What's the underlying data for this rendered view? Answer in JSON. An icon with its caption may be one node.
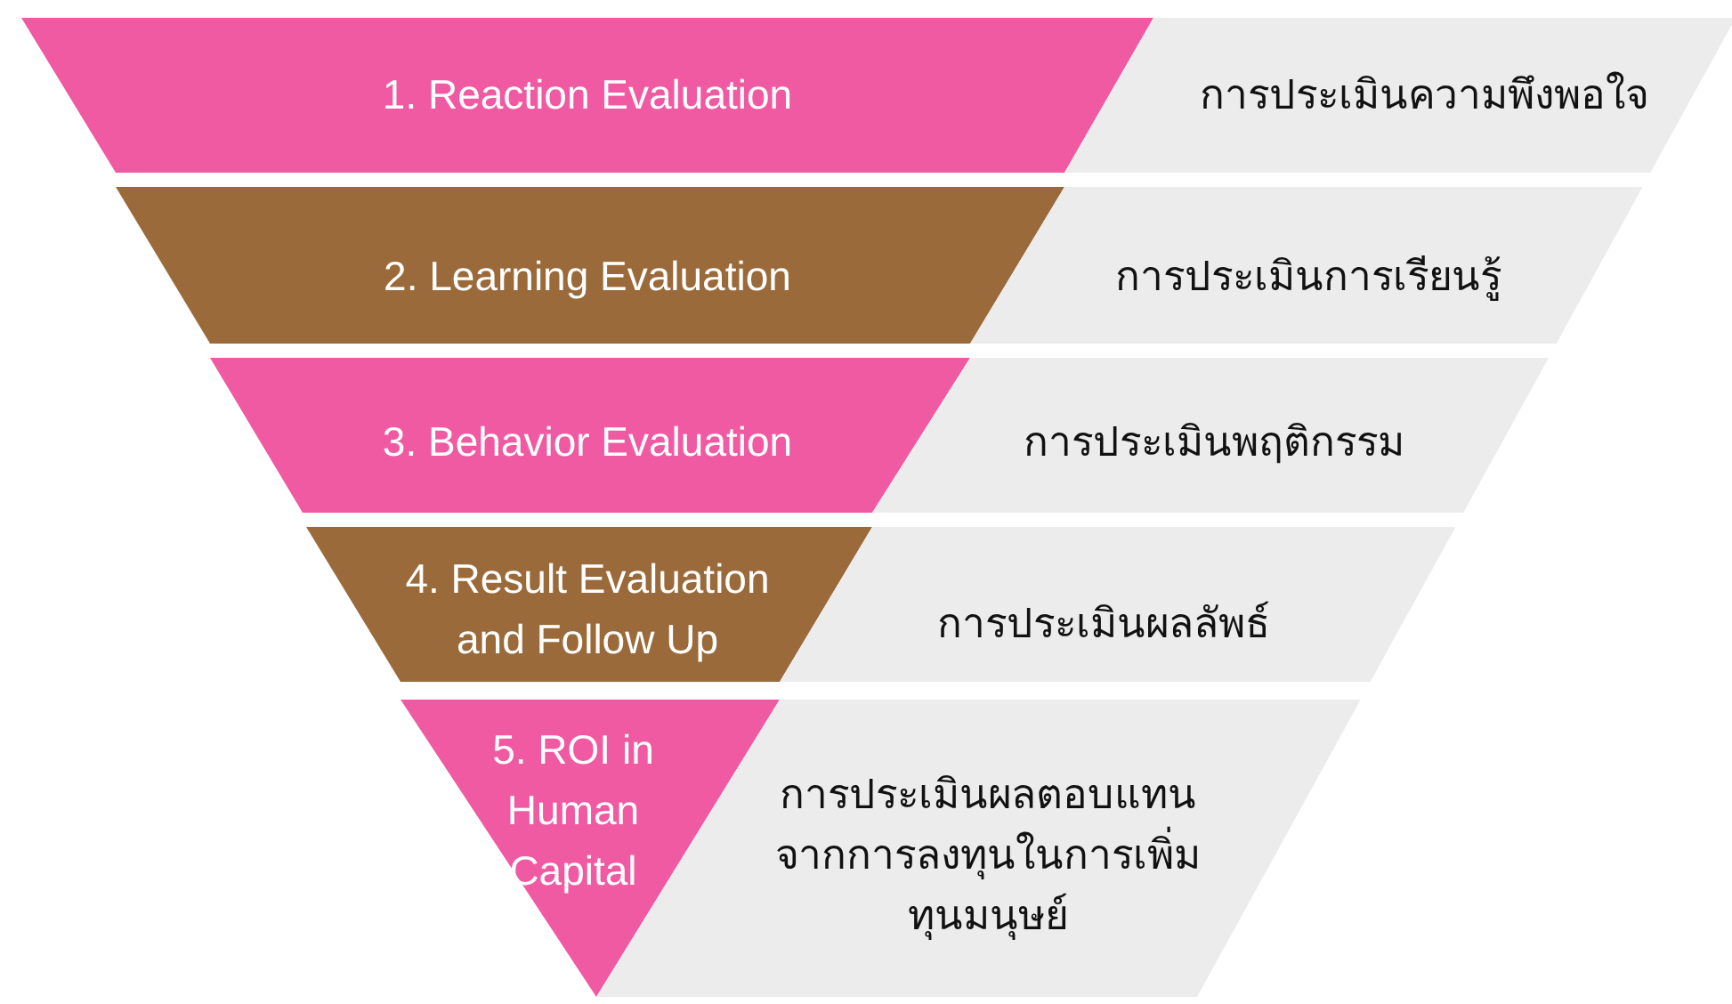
{
  "diagram": {
    "nodes": [
      {
        "text": [
          "1. Reaction Evaluation"
        ]
      },
      {
        "text": [
          "การประเมินความพึงพอใจ"
        ]
      },
      {
        "text": [
          "2. Learning Evaluation"
        ]
      },
      {
        "text": [
          "การประเมินการเรียนรู้"
        ]
      },
      {
        "text": [
          "3. Behavior Evaluation"
        ]
      },
      {
        "text": [
          "การประเมินพฤติกรรม"
        ]
      },
      {
        "text": [
          "4. Result Evaluation and Follow Up"
        ]
      },
      {
        "text": [
          "การประเมินผลลัพธ์"
        ]
      },
      {
        "text": [
          "5. ROI in Human Capital"
        ]
      },
      {
        "text": [
          "การประเมินผลตอบแทนจากการลงทุนในการเพิ่มทุนมนุษย์"
        ]
      }
    ]
  }
}
